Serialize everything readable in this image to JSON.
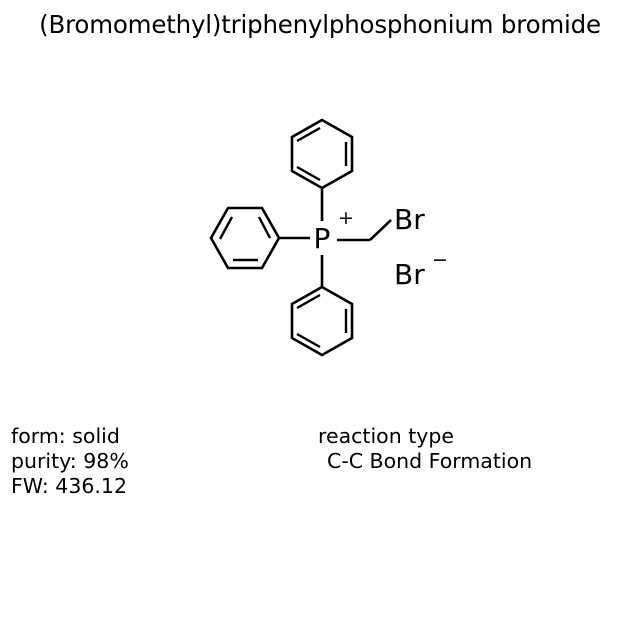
{
  "title": "(Bromomethyl)triphenylphosphonium bromide",
  "structure": {
    "center_atom_label": "P",
    "center_atom_charge": "+",
    "substituent_label": "Br",
    "counterion_label": "Br",
    "counterion_charge": "−",
    "ring_count": 3,
    "ring_names": [
      "phenyl-ring-top",
      "phenyl-ring-left",
      "phenyl-ring-bottom"
    ],
    "bond_color": "#000000",
    "background_color": "#ffffff"
  },
  "properties": {
    "form": "form: solid",
    "purity": "purity: 98%",
    "formula_weight": "FW: 436.12"
  },
  "reaction": {
    "heading": "reaction type",
    "value": "C-C Bond Formation"
  }
}
